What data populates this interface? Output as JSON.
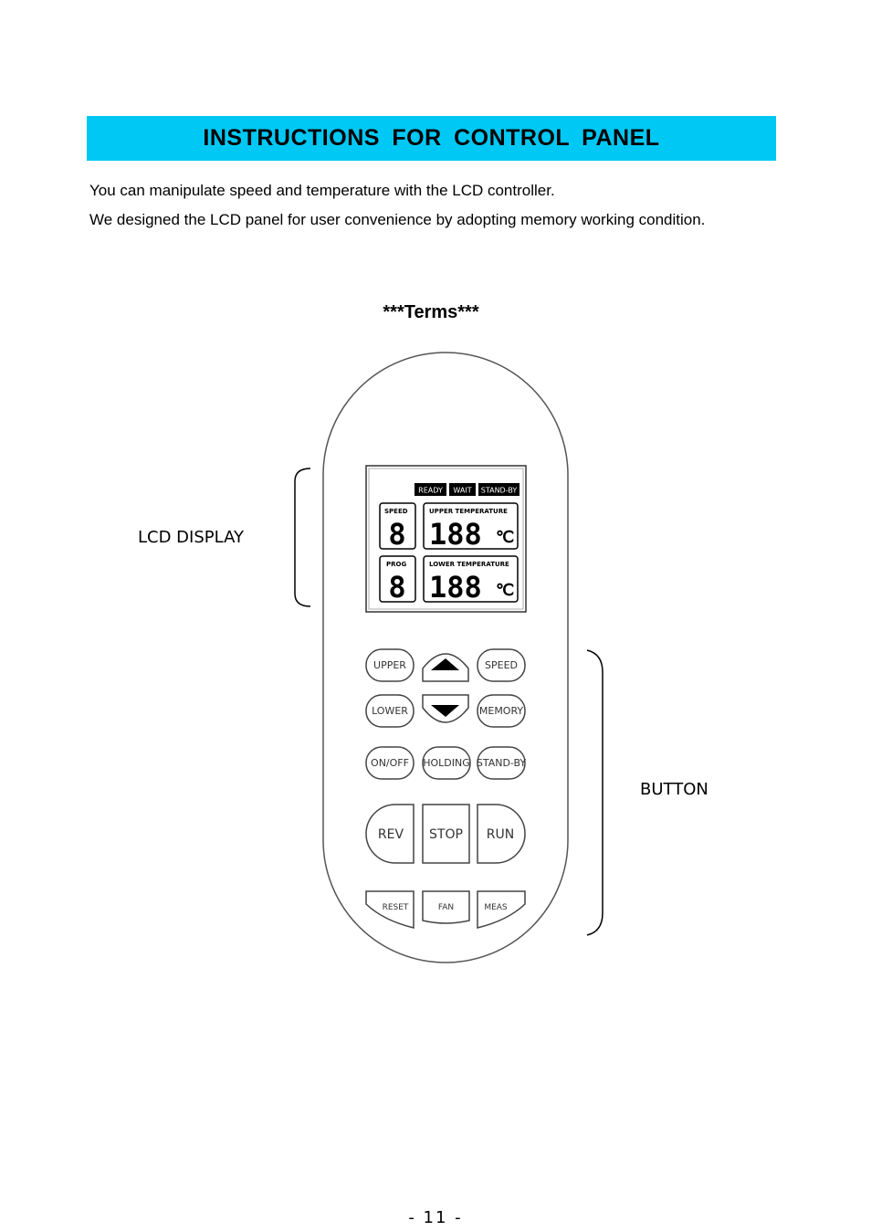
{
  "header": {
    "title": "INSTRUCTIONS  FOR  CONTROL  PANEL"
  },
  "intro": {
    "line1": "You can manipulate speed and temperature with the LCD controller.",
    "line2": "We designed the LCD panel for user convenience by adopting memory working condition."
  },
  "terms_heading": "***Terms***",
  "callouts": {
    "lcd": "LCD DISPLAY",
    "button": "BUTTON"
  },
  "lcd": {
    "status": [
      "READY",
      "WAIT",
      "STAND-BY"
    ],
    "speed_label": "SPEED",
    "upper_temp_label": "UPPER  TEMPERATURE",
    "prog_label": "PROG",
    "lower_temp_label": "LOWER  TEMPERATURE",
    "speed_digit": "8",
    "upper_digits": "188",
    "prog_digit": "8",
    "lower_digits": "188",
    "unit": "℃"
  },
  "buttons": {
    "upper": "UPPER",
    "speed": "SPEED",
    "lower": "LOWER",
    "memory": "MEMORY",
    "on_off": "ON/OFF",
    "holding": "HOLDING",
    "stand_by": "STAND-BY",
    "rev": "REV",
    "stop": "STOP",
    "run": "RUN",
    "reset": "RESET",
    "fan": "FAN",
    "meas": "MEAS"
  },
  "page_number": "- 11 -"
}
